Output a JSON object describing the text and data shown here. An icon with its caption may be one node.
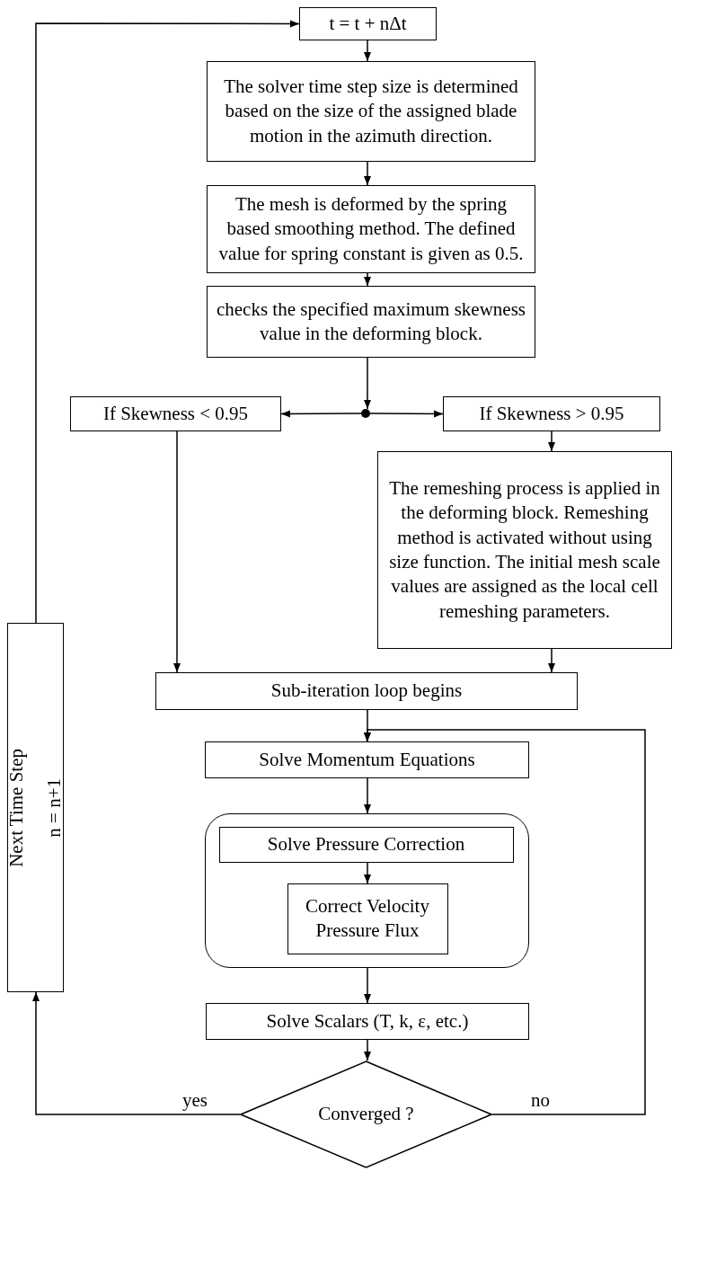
{
  "diagram": {
    "nodes": [
      {
        "text": [
          "t = t + nΔt"
        ]
      },
      {
        "text": [
          "The solver time step size is determined based on the size of the assigned blade motion in the azimuth direction."
        ]
      },
      {
        "text": [
          "The mesh is deformed by the spring based smoothing method. The defined value for spring constant is given as 0.5."
        ]
      },
      {
        "text": [
          "checks the specified maximum skewness value in the deforming block."
        ]
      },
      {
        "text": [],
        "shape": "circle"
      },
      {
        "text": [
          "If Skewness < 0.95"
        ]
      },
      {
        "text": [
          "If Skewness > 0.95"
        ]
      },
      {
        "text": [
          "The remeshing process is applied in the deforming block. Remeshing method is activated without using size function. The initial mesh scale values are assigned as the local cell remeshing parameters."
        ]
      },
      {
        "text": [
          "Sub-iteration loop begins"
        ]
      },
      {
        "text": [
          "Solve Momentum Equations"
        ]
      },
      {
        "text": [],
        "shape": "box"
      },
      {
        "text": [
          "Solve Pressure Correction"
        ],
        "in": 10
      },
      {
        "text": [
          "Correct Velocity Pressure Flux"
        ],
        "in": 10
      },
      {
        "text": [
          "Solve Scalars (T, k, ε, etc.)"
        ]
      },
      {
        "text": [
          "Converged ?"
        ]
      },
      {
        "text": [
          "Next Time Step",
          "n = n+1"
        ]
      }
    ],
    "edges": [
      {
        "from": 0,
        "to": 1,
        "arrow": "to"
      },
      {
        "from": 1,
        "to": 2,
        "arrow": "to"
      },
      {
        "from": 2,
        "to": 3,
        "arrow": "to"
      },
      {
        "from": 3,
        "to": 4,
        "arrow": "to"
      },
      {
        "from": 4,
        "to": 5,
        "arrow": "to"
      },
      {
        "from": 4,
        "to": 6,
        "arrow": "to"
      },
      {
        "from": 5,
        "to": 8,
        "arrow": "to"
      },
      {
        "from": 6,
        "to": 7,
        "arrow": "to"
      },
      {
        "from": 7,
        "to": 8,
        "arrow": "to"
      },
      {
        "from": 8,
        "to": 9,
        "arrow": "to"
      },
      {
        "from": 9,
        "to": 10,
        "arrow": "to"
      },
      {
        "from": 11,
        "to": 12,
        "arrow": "to"
      },
      {
        "from": 10,
        "to": 13,
        "arrow": "to"
      },
      {
        "from": 13,
        "to": 14,
        "arrow": "to"
      },
      {
        "from": 14,
        "to": 15,
        "arrow": "to",
        "label": "yes"
      },
      {
        "from": 15,
        "to": 0,
        "arrow": "to"
      },
      {
        "from": 14,
        "to": 9,
        "arrow": "to",
        "label": "no"
      }
    ]
  }
}
